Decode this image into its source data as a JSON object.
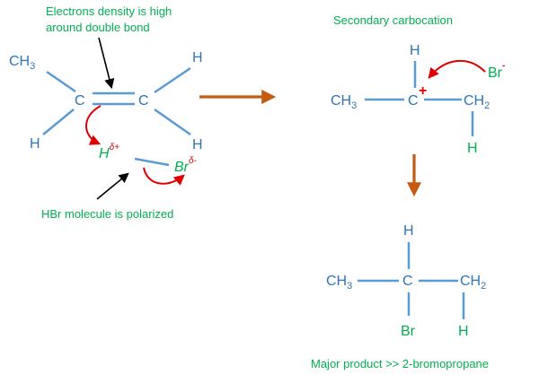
{
  "colors": {
    "bond": "#5b9bd5",
    "atom_text": "#2e75b6",
    "green": "#00b050",
    "red": "#e00000",
    "orange_arrow": "#c55a11",
    "black": "#000000"
  },
  "reactant": {
    "ch3": "CH",
    "ch3_sub": "3",
    "c_left": "C",
    "c_right": "C",
    "h_left": "H",
    "h_top_right": "H",
    "h_bottom_right": "H"
  },
  "hbr": {
    "h": "H",
    "h_charge": "δ+",
    "br": "Br",
    "br_charge": "δ-"
  },
  "notes": {
    "electron_density_line1": "Electrons density is high",
    "electron_density_line2": "around double bond",
    "polarized": "HBr molecule is polarized",
    "carbocation_title": "Secondary carbocation",
    "product_caption": "Major product >> 2-bromopropane"
  },
  "carbocation": {
    "h_top": "H",
    "ch3": "CH",
    "ch3_sub": "3",
    "c_center": "C",
    "plus": "+",
    "ch2": "CH",
    "ch2_sub": "2",
    "h_bottom": "H",
    "br": "Br",
    "br_charge": "-"
  },
  "product": {
    "h_top": "H",
    "ch3": "CH",
    "ch3_sub": "3",
    "c_center": "C",
    "ch2": "CH",
    "ch2_sub": "2",
    "br": "Br",
    "h_bottom": "H"
  }
}
